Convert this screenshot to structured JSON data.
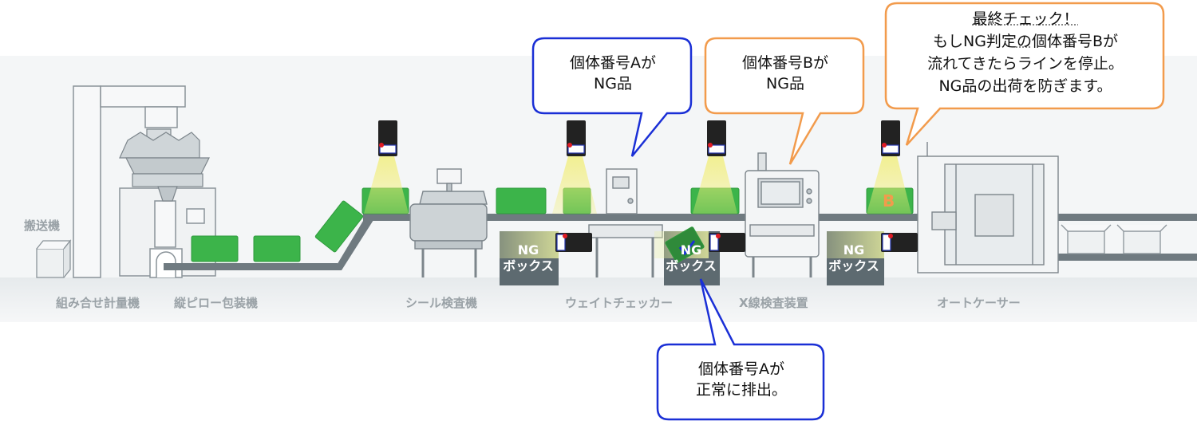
{
  "machines": {
    "conveyor_label": "搬送機",
    "weigher": "組み合せ計量機",
    "pillow_packer": "縦ピロー包装機",
    "seal_checker": "シール検査機",
    "weight_checker": "ウェイトチェッカー",
    "xray": "X線検査装置",
    "auto_caser": "オートケーサー"
  },
  "ng_box": {
    "line1": "NG",
    "line2": "ボックス"
  },
  "package_mark": "B",
  "callouts": {
    "ng_a": {
      "line1": "個体番号Aが",
      "line2": "NG品"
    },
    "ng_b": {
      "line1": "個体番号Bが",
      "line2": "NG品"
    },
    "final": {
      "line1": "最終チェック！",
      "line2_pre": "もしNG判定",
      "line2_ul": "の",
      "line2_post": "個体番号Bが",
      "line3": "流れてきたらラインを停止。",
      "line4": "NG品の出荷を防ぎます。"
    },
    "ejected": {
      "line1": "個体番号Aが",
      "line2": "正常に排出。"
    }
  },
  "colors": {
    "package_green": "#3cb44a",
    "blue_callout": "#1a2fd6",
    "orange_callout": "#f29b4c",
    "machine_line": "#8a9399",
    "ng_box_fill": "#5d6a70"
  }
}
